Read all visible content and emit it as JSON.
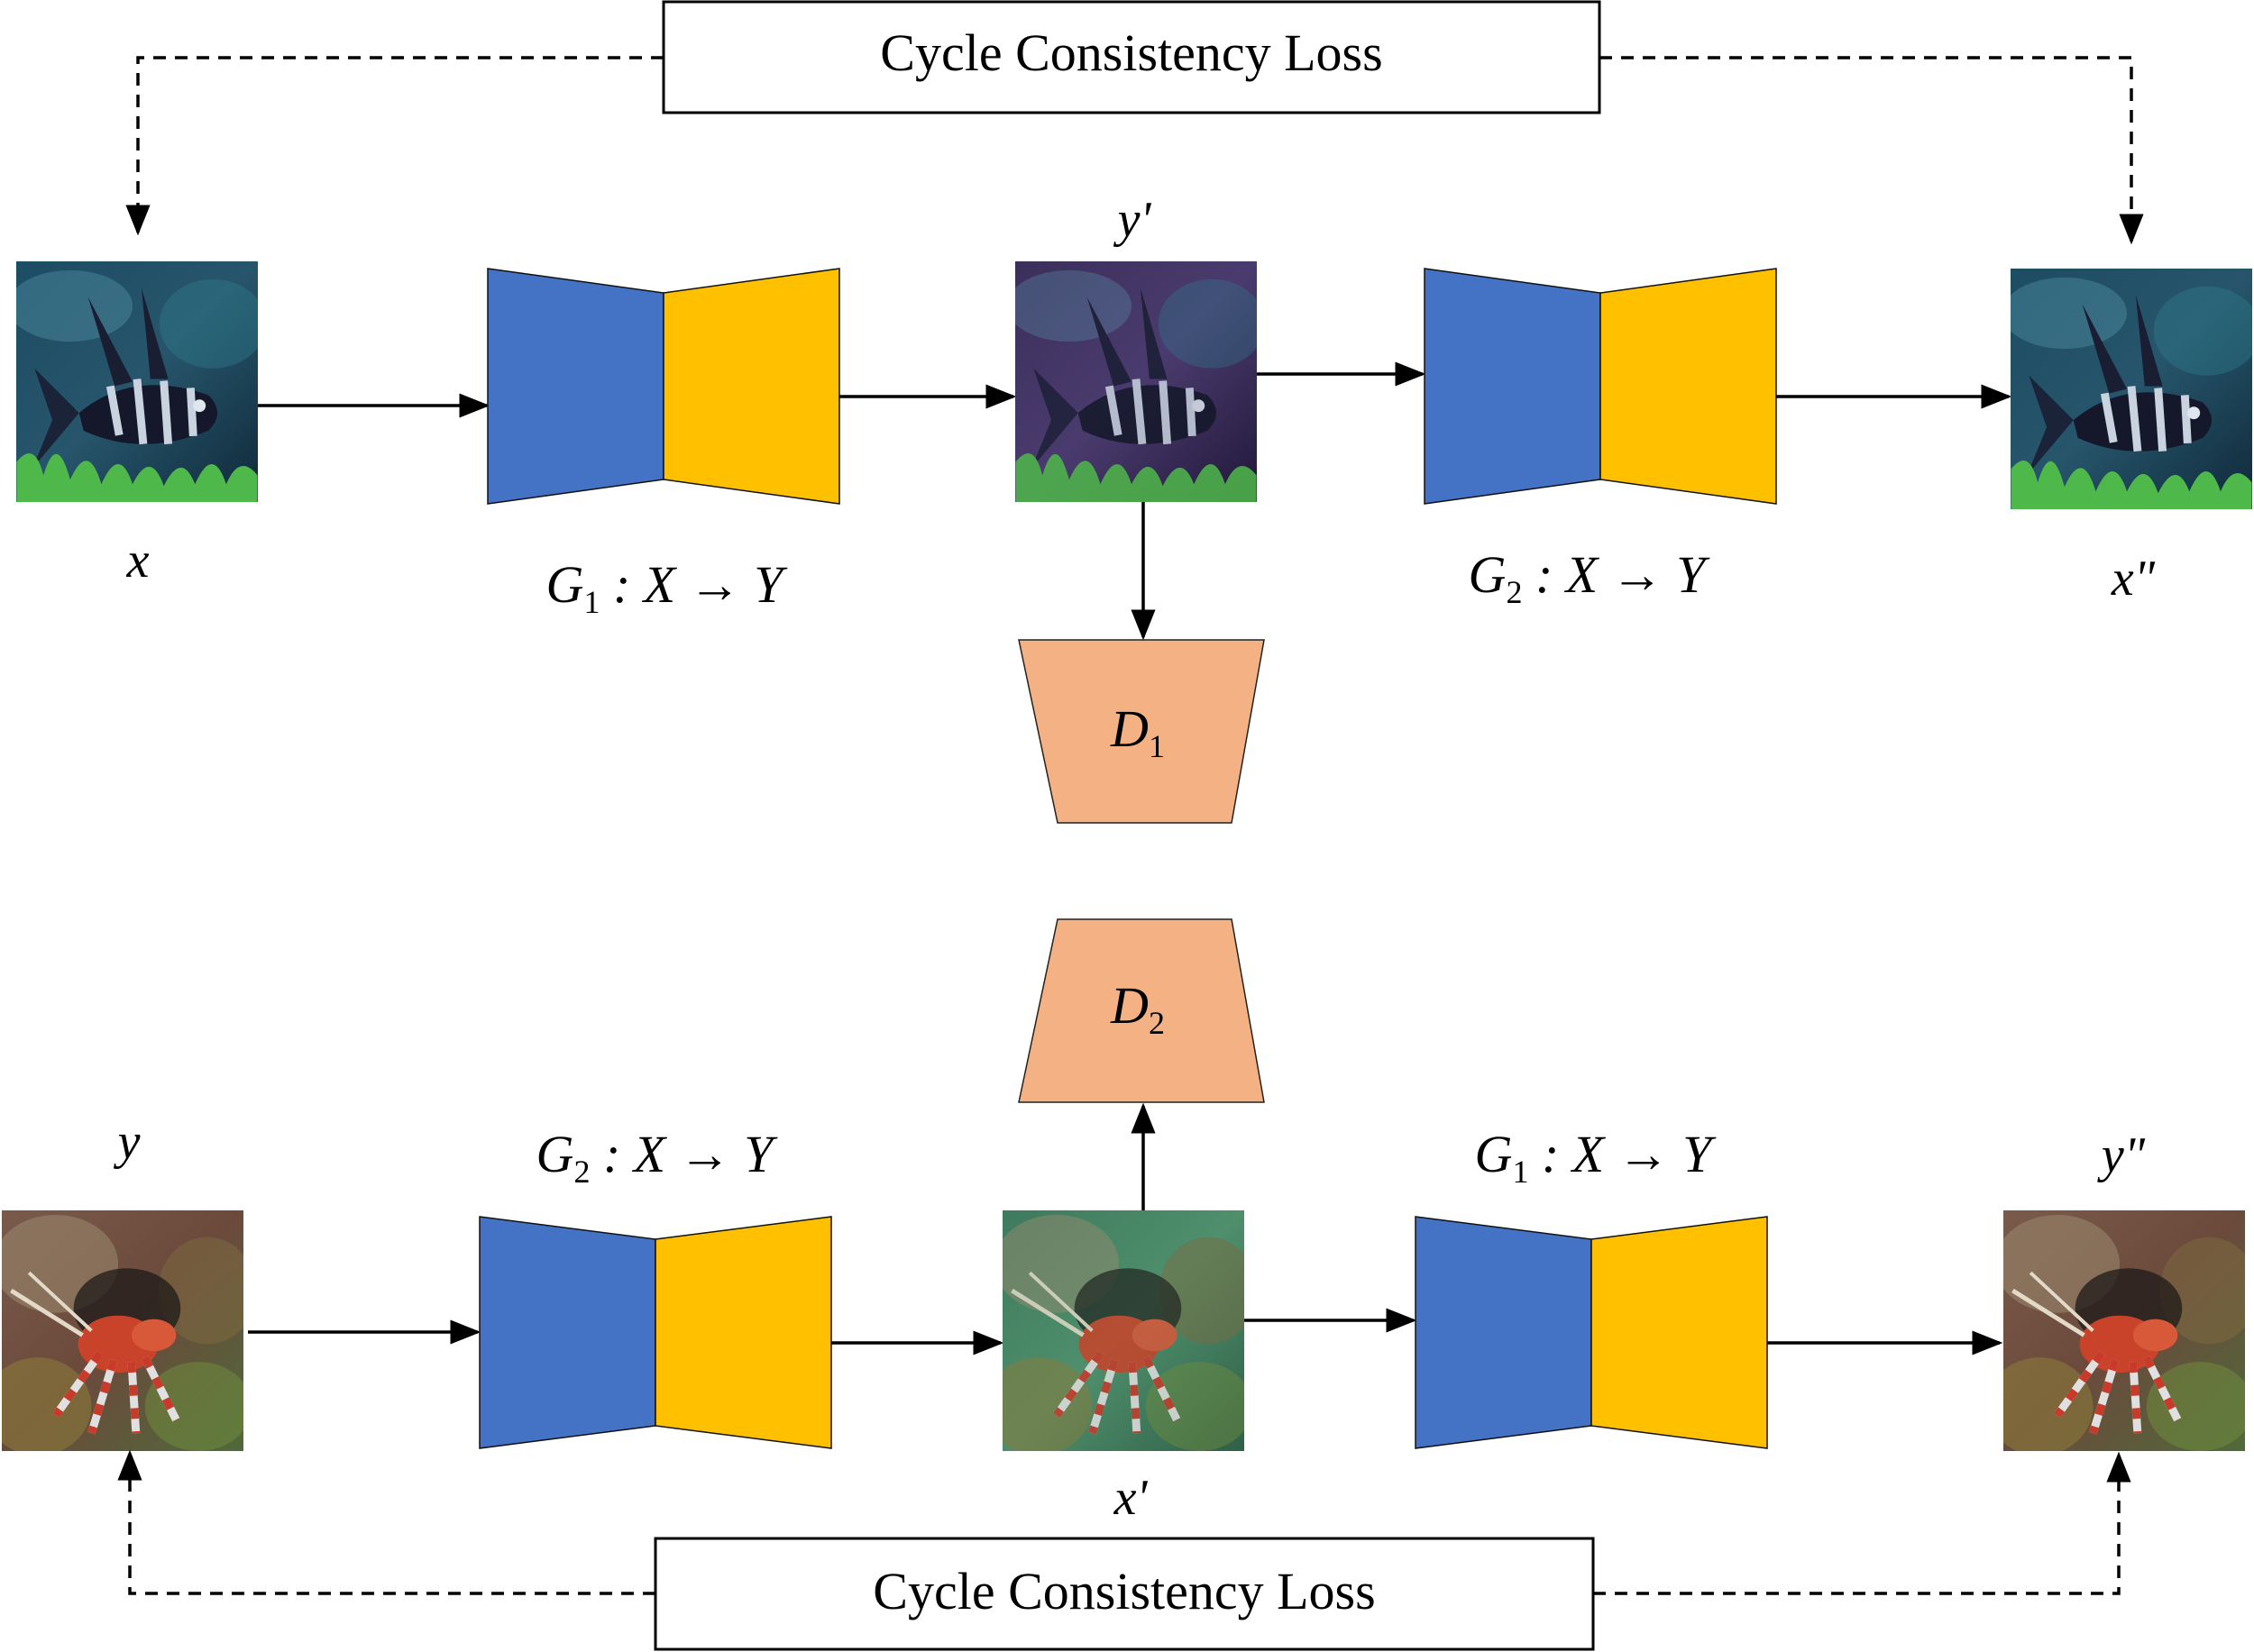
{
  "colors": {
    "encoder": "#4472C4",
    "decoder": "#FFC000",
    "discriminator": "#F4B183"
  },
  "top": {
    "loss_label": "Cycle Consistency Loss",
    "input_label": "x",
    "fake_label": "y'",
    "recon_label": "x\"",
    "gen1": {
      "name": "G",
      "sub": "1",
      "mapping": " : X → Y"
    },
    "gen2": {
      "name": "G",
      "sub": "2",
      "mapping": " : X → Y"
    },
    "disc": {
      "name": "D",
      "sub": "1"
    }
  },
  "bottom": {
    "loss_label": "Cycle Consistency Loss",
    "input_label": "y",
    "fake_label": "x'",
    "recon_label": "y\"",
    "gen1": {
      "name": "G",
      "sub": "2",
      "mapping": " : X → Y"
    },
    "gen2": {
      "name": "G",
      "sub": "1",
      "mapping": " : X → Y"
    },
    "disc": {
      "name": "D",
      "sub": "2"
    }
  }
}
